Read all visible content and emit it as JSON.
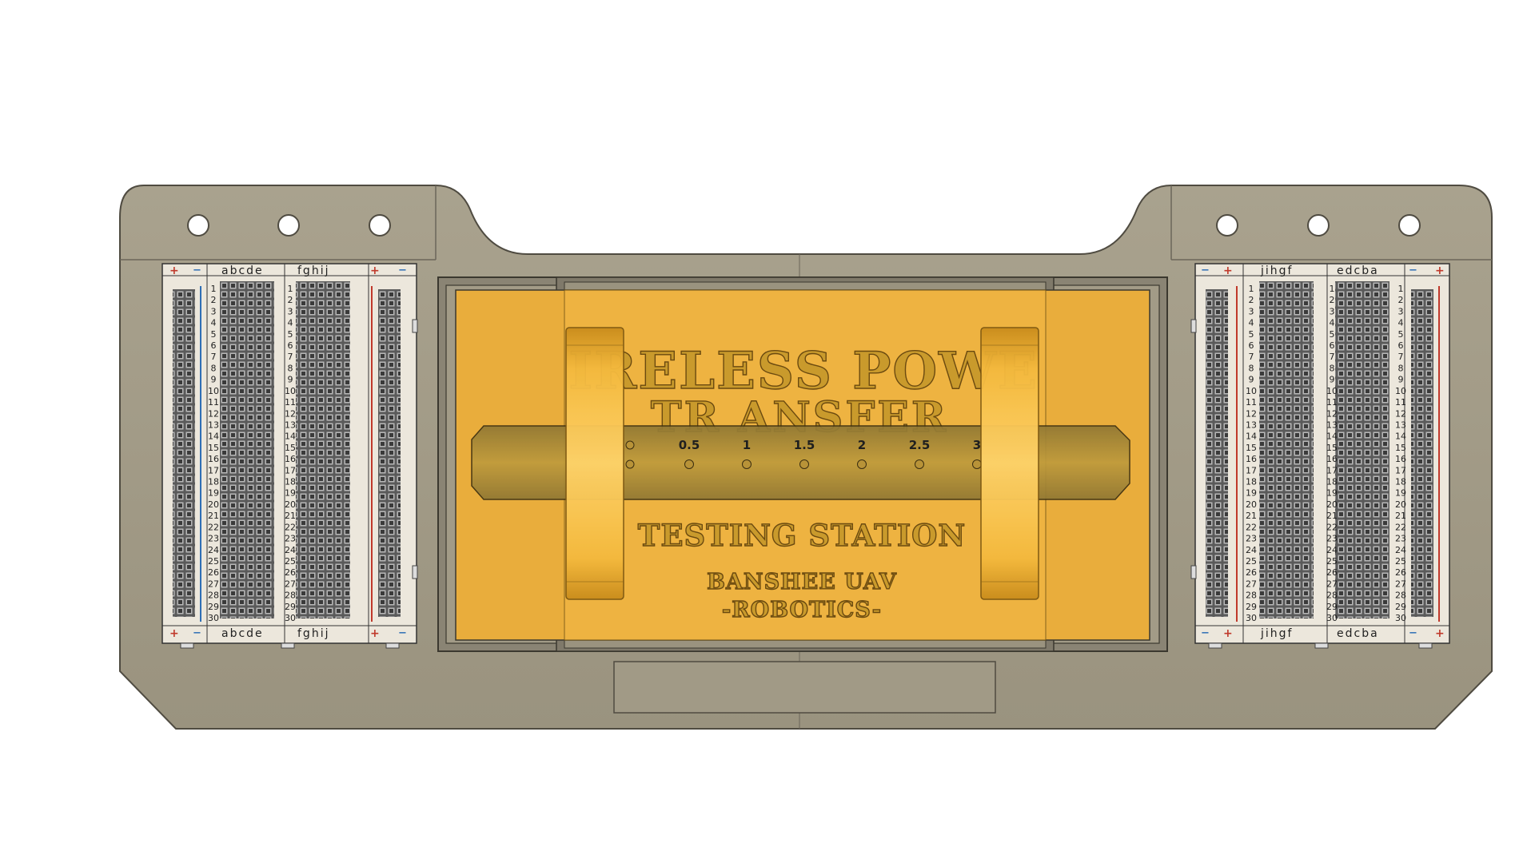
{
  "plate": {
    "title_line1": "IRELESS POWE",
    "title_line2": "TR ANSFER",
    "subtitle": "TESTING STATION",
    "brand_line1": "BANSHEE UAV",
    "brand_line2": "-ROBOTICS-"
  },
  "ruler": {
    "marks": [
      "0.5",
      "1",
      "1.5",
      "2",
      "2.5",
      "3"
    ]
  },
  "breadboard_left": {
    "columns_left": "abcde",
    "columns_right": "fghij",
    "plus_symbol": "+",
    "minus_symbol": "−",
    "rows": 30
  },
  "breadboard_right": {
    "columns_left": "jihgf",
    "columns_right": "edcba",
    "plus_symbol": "+",
    "minus_symbol": "−",
    "rows": 30
  },
  "colors": {
    "base": "#a39c88",
    "base_dark": "#6f6a5c",
    "plate": "#e9ad3c",
    "coil": "#f2b335",
    "breadboard": "#ece7dc",
    "rail_red": "#c0392b",
    "rail_blue": "#2f6fb5"
  }
}
